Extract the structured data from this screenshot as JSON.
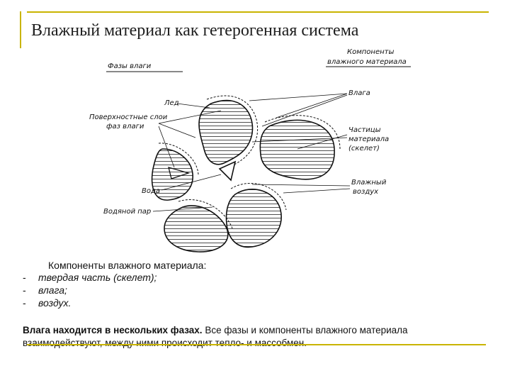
{
  "slide": {
    "title": "Влажный материал как гетерогенная система"
  },
  "diagram": {
    "header_left": "Фазы влаги",
    "header_right_line1": "Компоненты",
    "header_right_line2": "влажного материала",
    "left_labels": {
      "ice": "Лед",
      "surface_line1": "Поверхностные слои",
      "surface_line2": "фаз влаги",
      "water": "Вода",
      "vapor": "Водяной пар"
    },
    "right_labels": {
      "moisture": "Влага",
      "particles_line1": "Частицы",
      "particles_line2": "материала",
      "particles_line3": "(скелет)",
      "air_line1": "Влажный",
      "air_line2": "воздух"
    }
  },
  "components": {
    "header": "Компоненты влажного материала:",
    "items": [
      {
        "dash": "-",
        "text": "твердая часть (скелет);"
      },
      {
        "dash": "-",
        "text": "влага;"
      },
      {
        "dash": "-",
        "text": "воздух."
      }
    ]
  },
  "paragraph": {
    "bold": "Влага находится в нескольких фазах.",
    "rest": " Все фазы и компоненты влажного материала взаимодействуют, между ними происходит тепло- и массобмен."
  },
  "colors": {
    "rule": "#c9b400",
    "ink": "#111111"
  }
}
